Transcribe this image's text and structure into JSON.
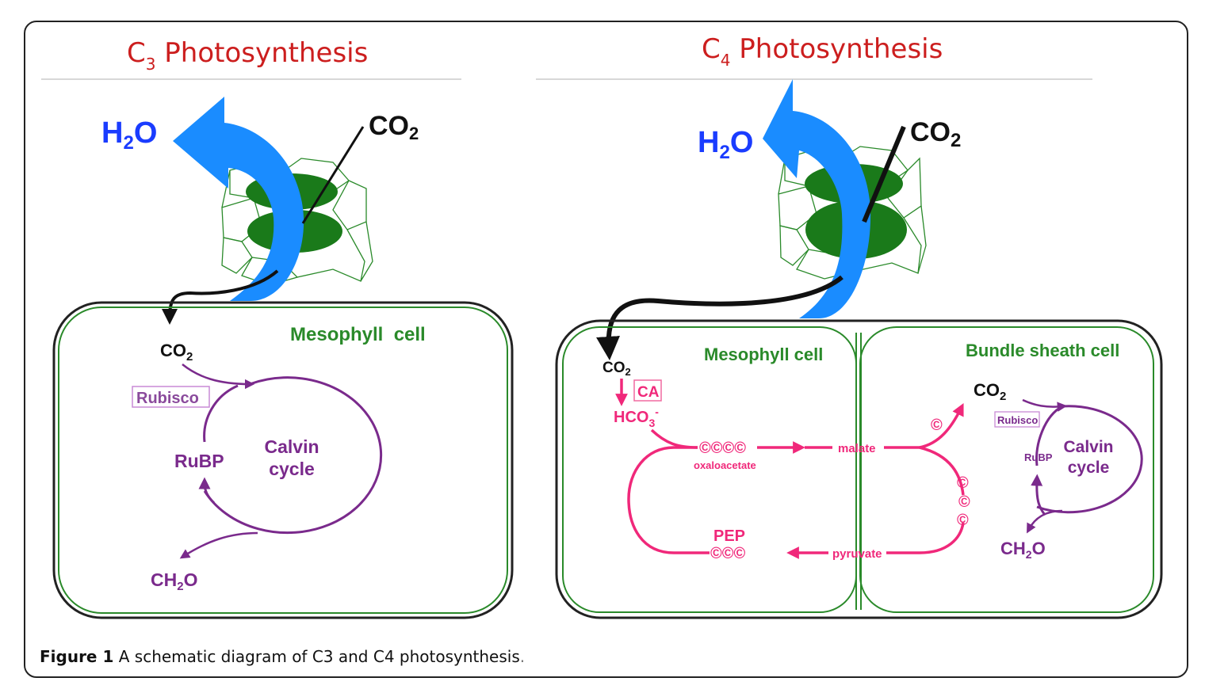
{
  "c3": {
    "title_letter": "C",
    "title_sub": "3",
    "title_rest": " Photosynthesis",
    "h2o": "H2O",
    "co2_stomata": "CO2",
    "cell_label": "Mesophyll  cell",
    "co2_in": "CO2",
    "enzyme": "Rubisco",
    "rubp": "RuBP",
    "cycle_line1": "Calvin",
    "cycle_line2": "cycle",
    "product": "CH2O"
  },
  "c4": {
    "title_letter": "C",
    "title_sub": "4",
    "title_rest": " Photosynthesis",
    "h2o": "H2O",
    "co2_stomata": "CO2",
    "mesophyll_label": "Mesophyll cell",
    "bundle_label": "Bundle sheath cell",
    "co2_in": "CO2",
    "ca": "CA",
    "hco3": "HCO3",
    "four_c": "©©©©",
    "oxaloacetate": "oxaloacetate",
    "malate": "malate",
    "released_c": "©",
    "three_c_vertical": [
      "©",
      "©",
      "©"
    ],
    "pyruvate": "pyruvate",
    "pep": "PEP",
    "three_c": "©©©",
    "bs_co2": "CO2",
    "bs_enzyme": "Rubisco",
    "bs_rubp": "RuBP",
    "bs_cycle_line1": "Calvin",
    "bs_cycle_line2": "cycle",
    "bs_product": "CH2O"
  },
  "caption": {
    "label": "Figure 1",
    "text": " A schematic diagram of C3 and C4 photosynthesis",
    "end": "."
  },
  "colors": {
    "title_red": "#cc1e1e",
    "water_blue": "#1a8cff",
    "stomata_green": "#1a7a1a",
    "cell_green": "#2a8a2a",
    "calvin_purple": "#7a2a8c",
    "c4_pink": "#f0287a"
  }
}
